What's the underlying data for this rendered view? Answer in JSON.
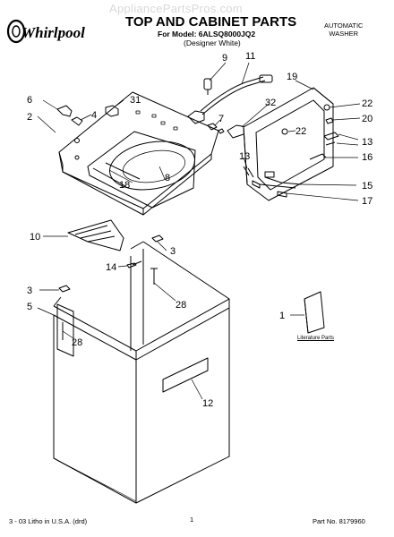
{
  "header": {
    "watermark": "AppliancePartsPros.com",
    "title": "TOP AND CABINET PARTS",
    "model": "For Model: 6ALSQ8000JQ2",
    "variant": "(Designer White)",
    "product_line1": "AUTOMATIC",
    "product_line2": "WASHER",
    "brand": "Whirlpool"
  },
  "diagram": {
    "literature_label": "Literature Parts",
    "callouts": [
      "1",
      "2",
      "3",
      "3",
      "4",
      "5",
      "6",
      "7",
      "8",
      "9",
      "10",
      "11",
      "12",
      "13",
      "13",
      "14",
      "15",
      "16",
      "17",
      "18",
      "19",
      "20",
      "22",
      "22",
      "28",
      "28",
      "31",
      "32"
    ]
  },
  "footer": {
    "left": "3 - 03 Litho in U.S.A. (drd)",
    "page": "1",
    "right": "Part No. 8179960"
  }
}
